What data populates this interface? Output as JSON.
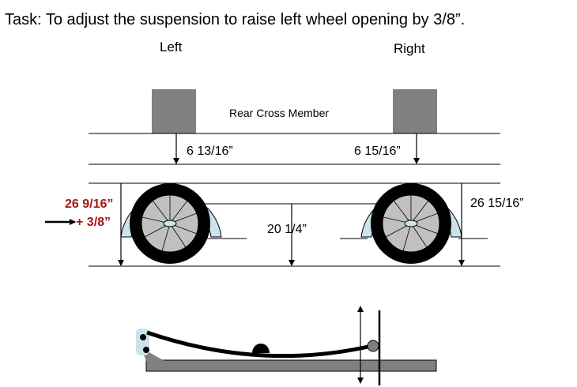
{
  "task": "Task:  To adjust the suspension to raise left wheel opening by 3/8”.",
  "side_labels": {
    "left": "Left",
    "right": "Right"
  },
  "cross_member_label": "Rear Cross Member",
  "measurements": {
    "left_member_gap": "6 13/16”",
    "right_member_gap": "6 15/16”",
    "left_wheel_opening": "26 9/16”",
    "left_adjustment": "+ 3/8”",
    "right_wheel_opening": "26 15/16”",
    "center_height": "20 1/4”"
  },
  "colors": {
    "highlight_text": "#a01818",
    "block_gray": "#808080",
    "fender_blue": "#c9e4ec",
    "tire": "#000000",
    "hub": "#c0c0c0",
    "bar_gray": "#808080"
  },
  "icons": [
    "arrow-right-icon",
    "up-down-arrow-icon"
  ]
}
